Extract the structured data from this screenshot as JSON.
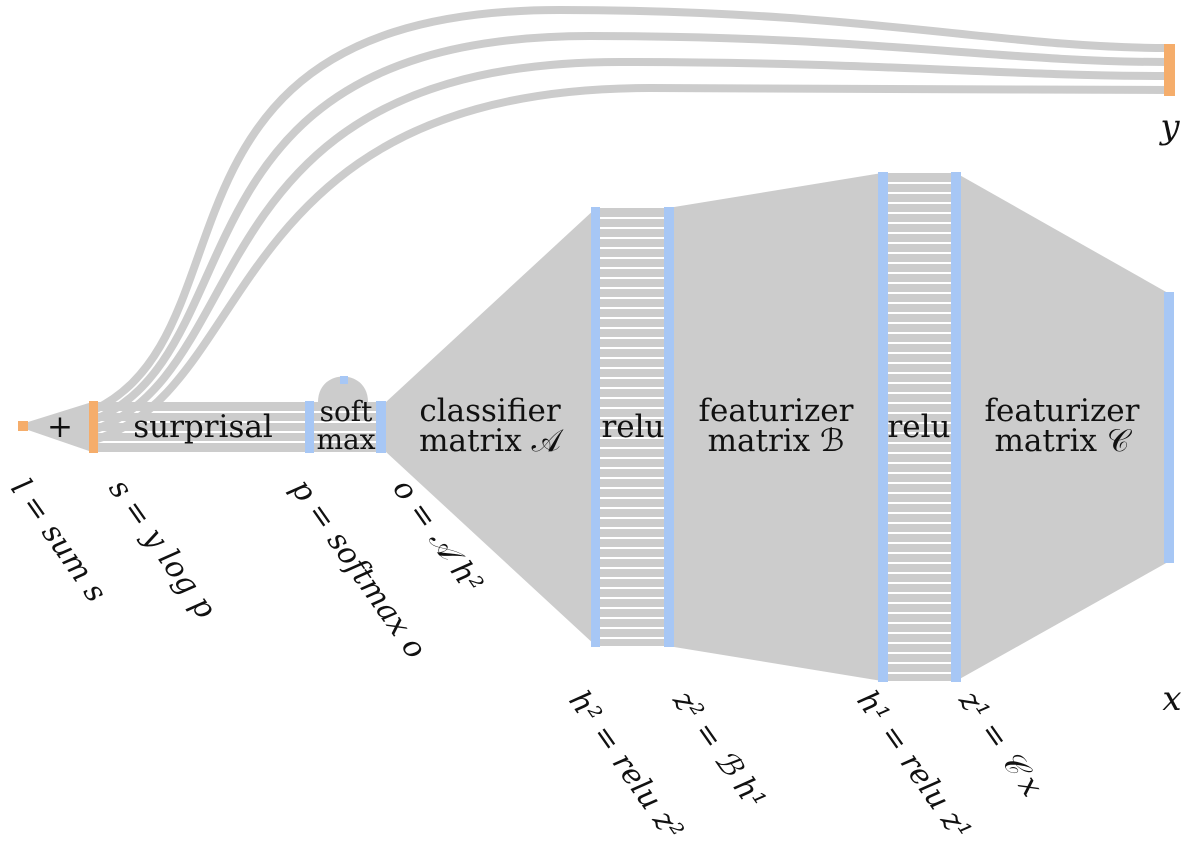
{
  "colors": {
    "flow": "#cccccc",
    "stripe": "#ffffff",
    "layer": "#a7c7f5",
    "endpoint": "#f5ad6b",
    "text": "#111111"
  },
  "blocks": {
    "plus": "+",
    "surprisal": "surprisal",
    "softmax_1": "soft",
    "softmax_2": "max",
    "classifier_1": "classifier",
    "classifier_2": "matrix 𝒜",
    "relu_2": "relu",
    "featurizer_b_1": "featurizer",
    "featurizer_b_2": "matrix ℬ",
    "relu_1": "relu",
    "featurizer_c_1": "featurizer",
    "featurizer_c_2": "matrix 𝒞"
  },
  "variables": {
    "y": "y",
    "x": "x",
    "loss": "l = sum s",
    "s": "s = y log p",
    "p": "p = softmax o",
    "o": "o = 𝒜 h²",
    "h2": "h² = relu z²",
    "z2": "z² = ℬ h¹",
    "h1": "h¹ = relu z¹",
    "z1": "z¹ = 𝒞 x"
  }
}
